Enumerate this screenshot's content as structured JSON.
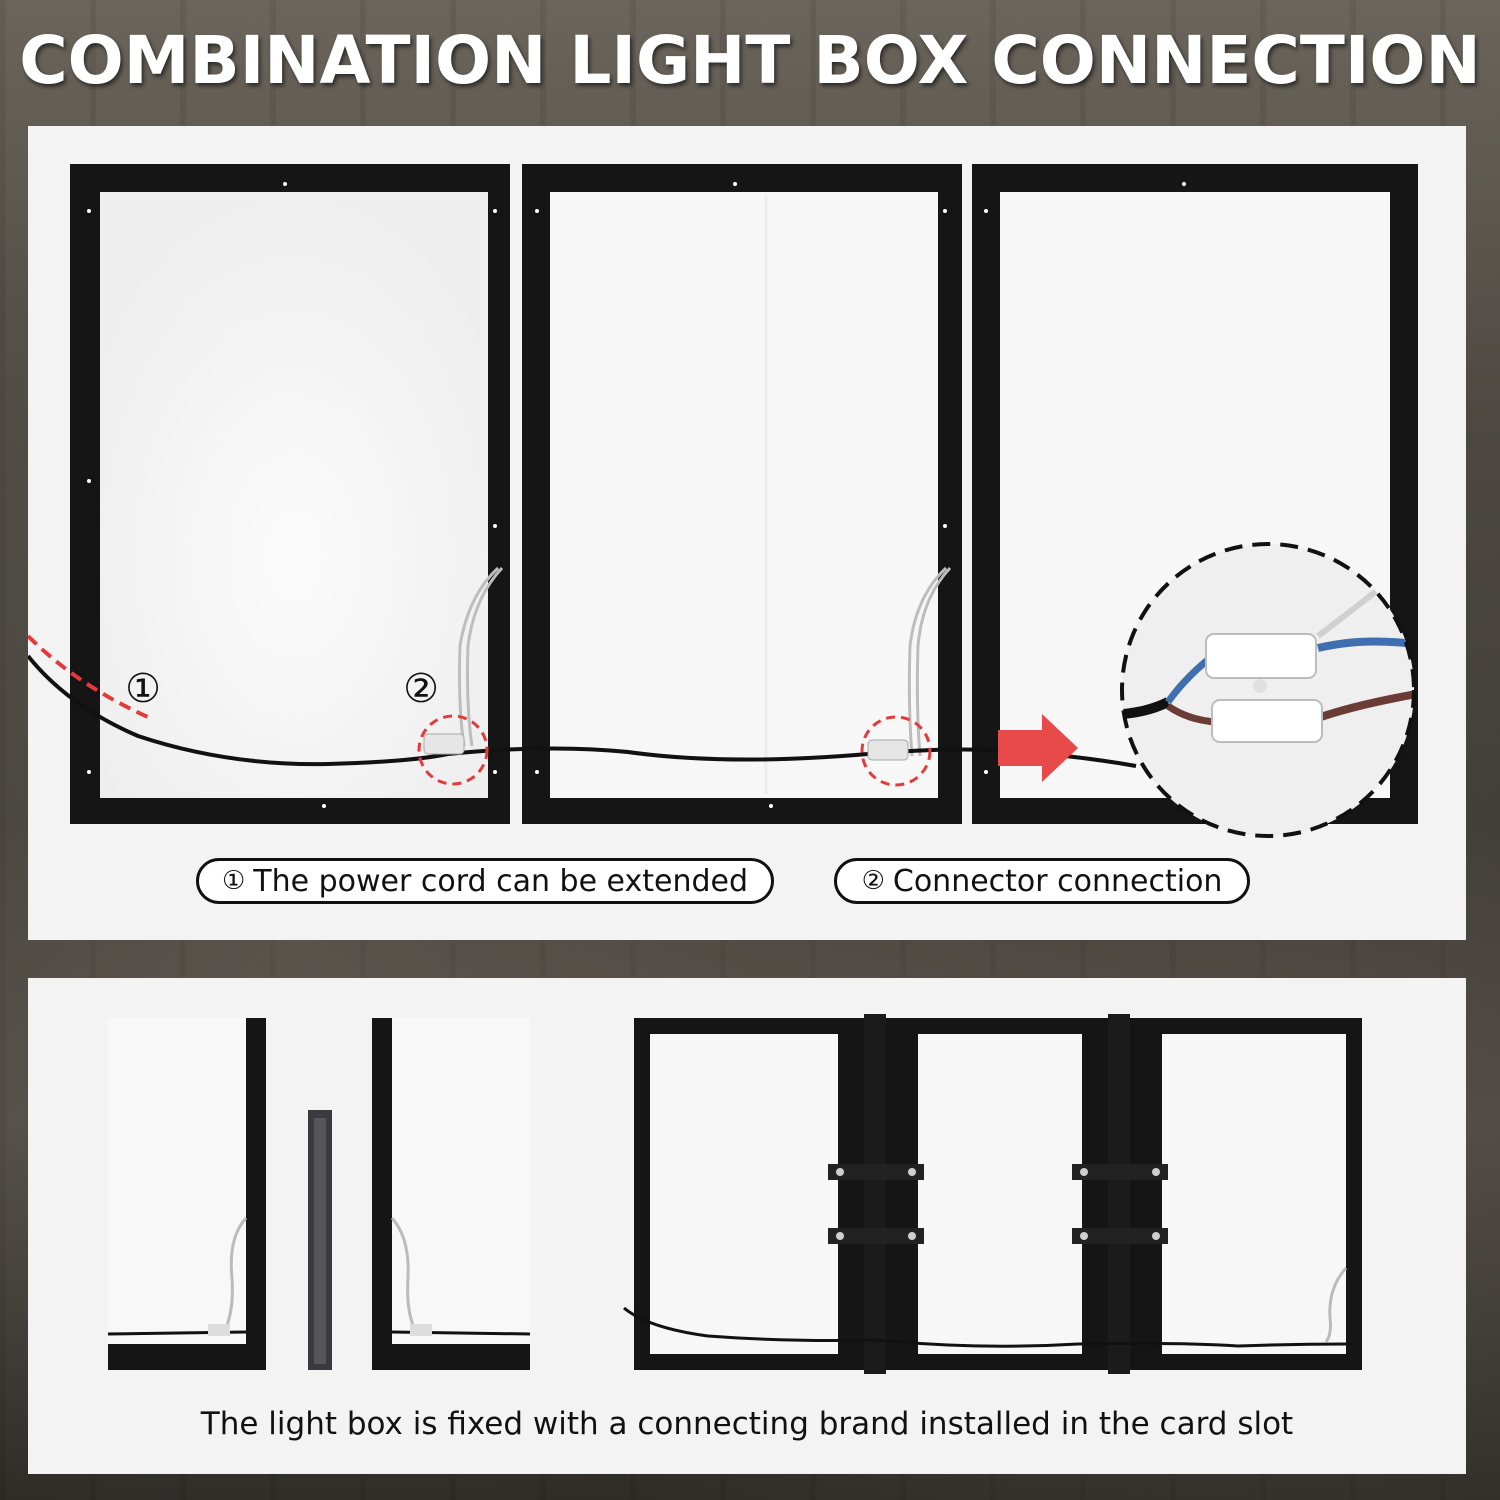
{
  "header": {
    "title": "COMBINATION LIGHT BOX CONNECTION"
  },
  "top_panel": {
    "marker_1": "①",
    "marker_2": "②",
    "labels": [
      {
        "number": "①",
        "text": "The power cord can be extended"
      },
      {
        "number": "②",
        "text": "Connector connection"
      }
    ]
  },
  "bottom_panel": {
    "caption": "The light box is fixed with a connecting brand installed in the card slot"
  },
  "colors": {
    "frame": "#111111",
    "highlight_red": "#e23b3b",
    "wire_blue": "#3f6fb0",
    "wire_brown": "#6b3b36"
  }
}
